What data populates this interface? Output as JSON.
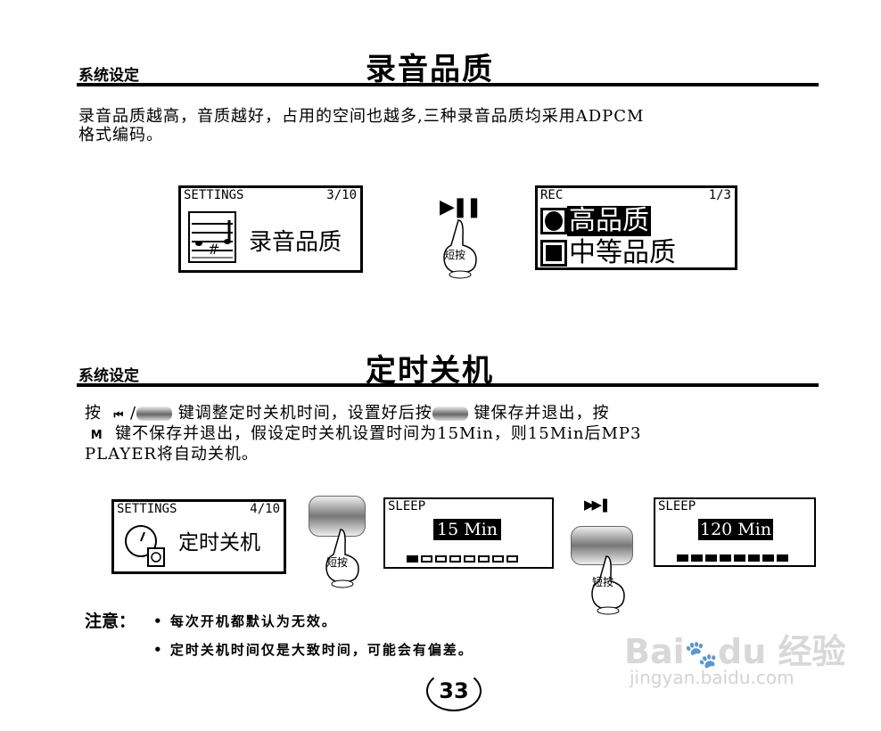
{
  "section1": {
    "label": "系统设定",
    "title": "录音品质",
    "paragraph_lines": [
      "录音品质越高，音质越好，占用的空间也越多,三种录音品质均采用ADPCM",
      "格式编码。"
    ],
    "screen_settings": {
      "header": "SETTINGS",
      "page": "3/10",
      "item": "录音品质",
      "icon": "music-score-icon"
    },
    "key": {
      "icon": "play-pause-icon",
      "glyph": "▶❚❚",
      "press": "短按"
    },
    "screen_rec": {
      "header": "REC",
      "page": "1/3",
      "options": [
        {
          "label": "高品质",
          "selected": true
        },
        {
          "label": "中等品质",
          "selected": false
        }
      ]
    }
  },
  "section2": {
    "label": "系统设定",
    "title": "定时关机",
    "paragraph": {
      "l1a": "按",
      "prev_glyph": "⏮",
      "l1b": "/",
      "l1c": "键调整定时关机时间，设置好后按",
      "l1d": "键保存并退出，按",
      "m_key": "M",
      "l2": "键不保存并退出，假设定时关机设置时间为15Min，则15Min后MP3",
      "l3": "PLAYER将自动关机。"
    },
    "screen_settings": {
      "header": "SETTINGS",
      "page": "4/10",
      "item": "定时关机",
      "icon": "clock-power-icon"
    },
    "press1": "短按",
    "screen_sleep1": {
      "header": "SLEEP",
      "value": "15 Min",
      "level_filled": 1,
      "level_total": 8
    },
    "next_glyph": "▶▶❚",
    "press2": "短按",
    "screen_sleep2": {
      "header": "SLEEP",
      "value": "120 Min",
      "level_filled": 8,
      "level_total": 8
    }
  },
  "notes": {
    "label": "注意：",
    "items": [
      "每次开机都默认为无效。",
      "定时关机时间仅是大致时间，可能会有偏差。"
    ]
  },
  "page_number": "33",
  "watermark": {
    "brand": "Bai du 经验",
    "url": "jingyan.baidu.com"
  }
}
